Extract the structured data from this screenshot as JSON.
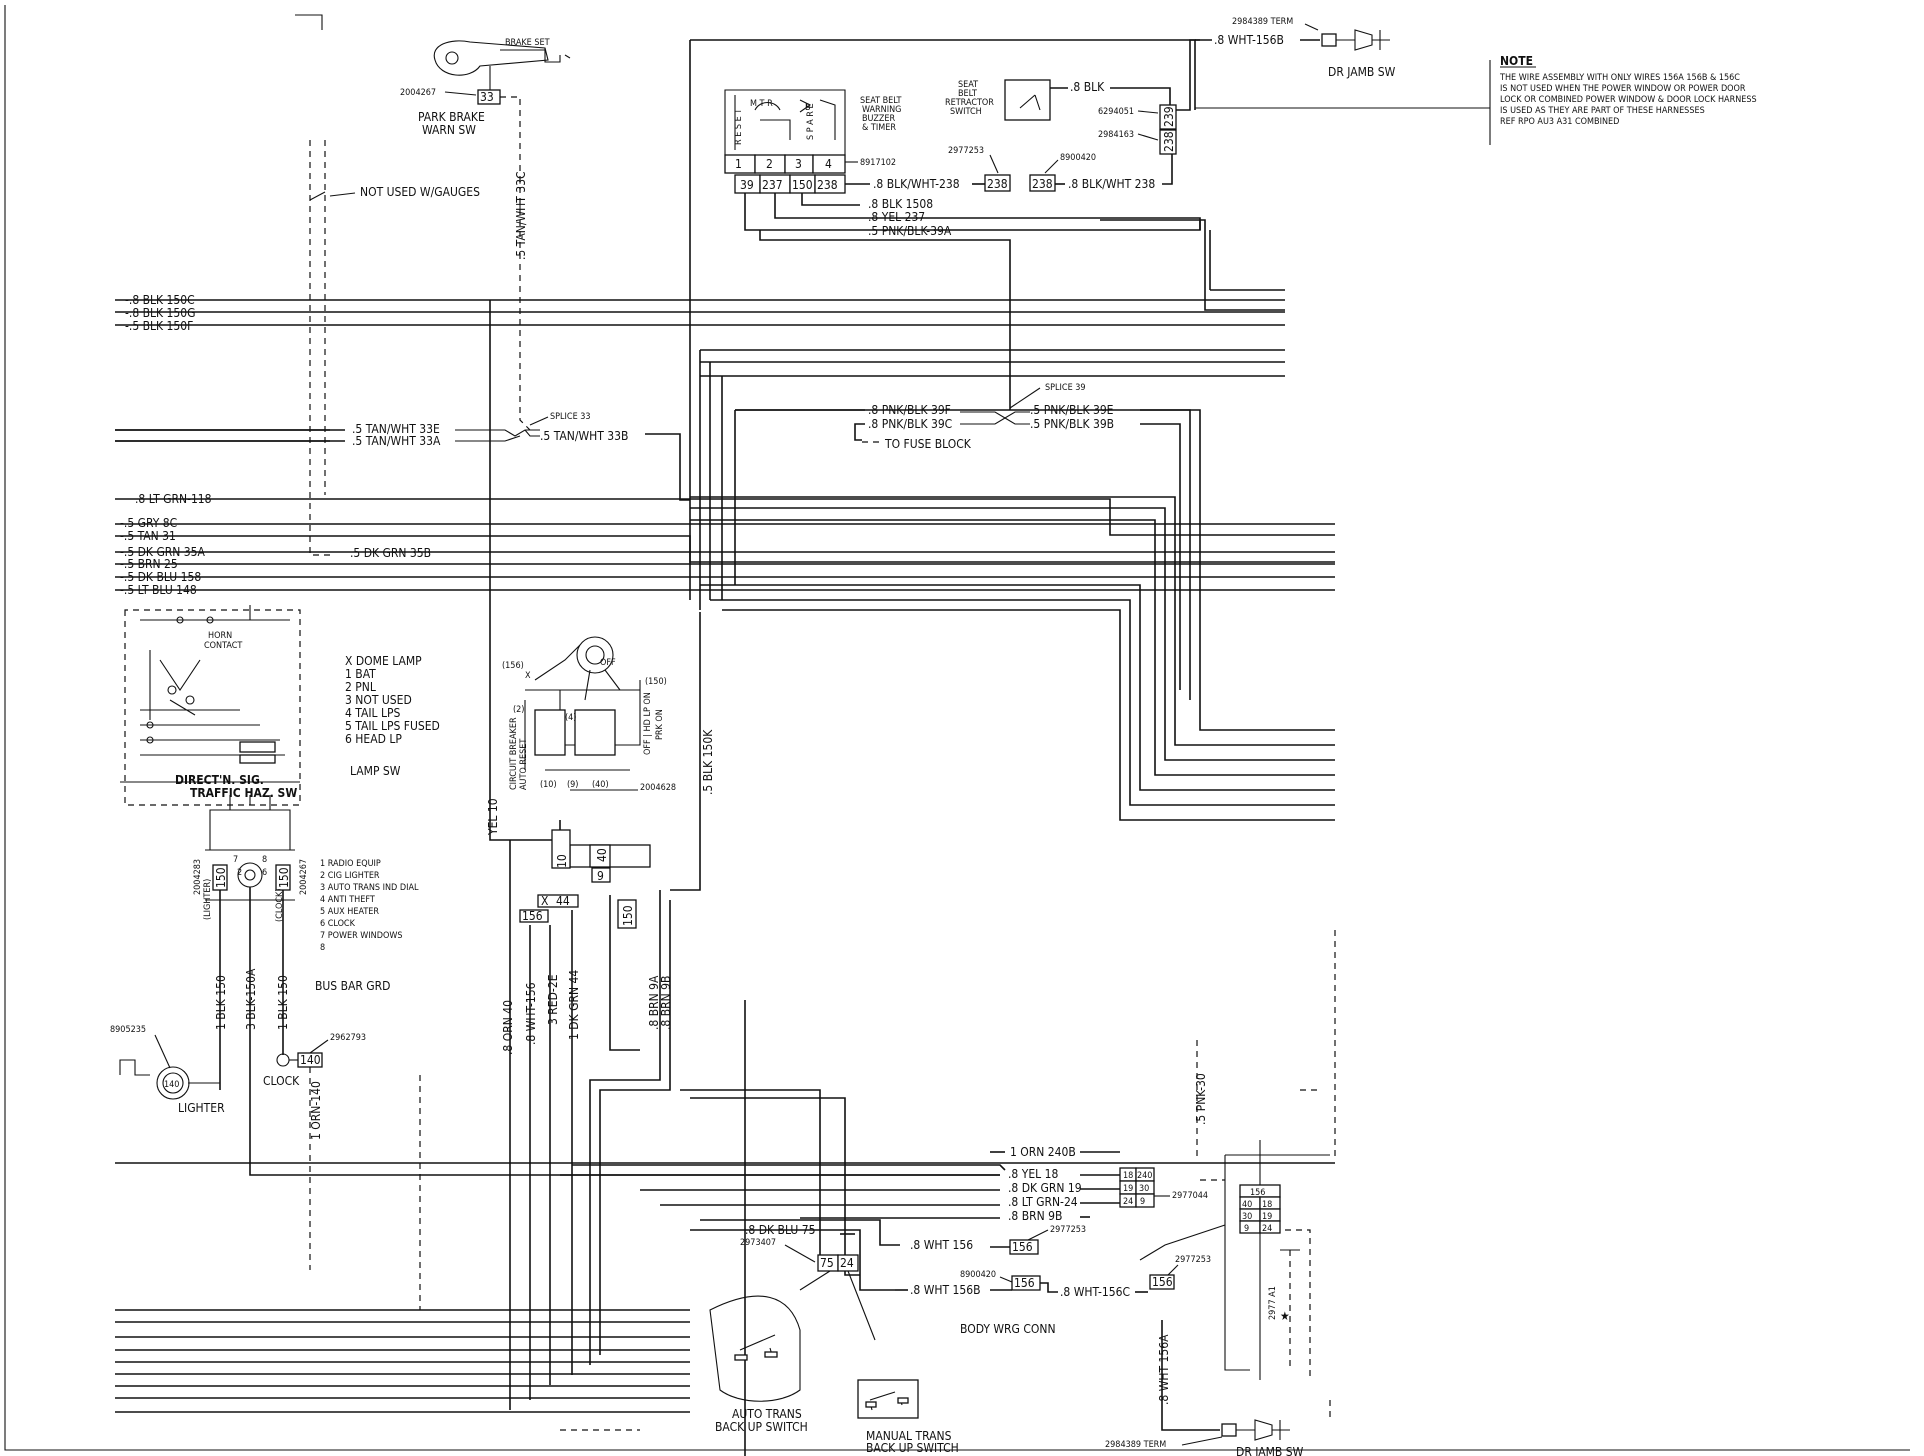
{
  "wire_labels": {
    "blk150c": "-.8 BLK 150C",
    "blk150g": "-.8 BLK 150G",
    "blk150f": "-.5 BLK 150F",
    "tan33e": ".5 TAN/WHT 33E",
    "tan33a": ".5 TAN/WHT 33A",
    "tan33b": ".5 TAN/WHT 33B",
    "tan33c": ".5 TAN/WHT 33C",
    "ltgrn118": ".8 LT GRN-118",
    "gry8c": "-.5 GRY 8C",
    "tan31": "-.5 TAN 31",
    "dkgrn35a": "-.5 DK GRN 35A",
    "brn25": "-.5 BRN 25",
    "dkblu158": "-.5 DK BLU 158",
    "ltblu148": "-.5 LT BLU 148",
    "dkgrn35b": ".5 DK GRN 35B",
    "not_used_gauges": "NOT USED W/GAUGES",
    "splice33": "SPLICE 33",
    "splice39": "SPLICE 39",
    "pnk39f": ".8 PNK/BLK 39F",
    "pnk39c": ".8 PNK/BLK 39C",
    "pnk39e": ".5 PNK/BLK 39E",
    "pnk39b": ".5 PNK/BLK 39B",
    "to_fuse_block": "TO FUSE BLOCK",
    "blk1508": ".8 BLK 1508",
    "yel237": ".8 YEL 237",
    "pnk39a": ".5 PNK/BLK-39A",
    "blkwht238a": ".8 BLK/WHT-238",
    "blkwht238b": ".8 BLK/WHT 238",
    "blk_top": ".8 BLK",
    "wht156b_top": ".8 WHT-156B",
    "blk150k": ".5 BLK 150K",
    "yel10": "YEL 10",
    "orn40": ".8 ORN 40",
    "wht156": ".8 WHT-156",
    "red2e": "3 RED-2E",
    "dkgrn44": "1 DK GRN 44",
    "brn9a": ".8 BRN 9A",
    "brn9b": ".8 BRN 9B",
    "blk150_l": "1 BLK 150",
    "blk150a": "3 BLK-150A",
    "blk150_r": "1 BLK 150",
    "orn140": "1 ORN-140",
    "orn240b": "1 ORN 240B",
    "yel18": ".8 YEL 18",
    "dkgrn19": ".8 DK GRN 19",
    "ltgrn24": ".8 LT GRN-24",
    "brn9b2": ".8 BRN 9B",
    "dkblu75": ".8 DK BLU 75",
    "wht156_bot": ".8 WHT 156",
    "wht156b_bot": ".8 WHT 156B",
    "wht156c": ".8 WHT-156C",
    "pnk30": ".5 PNK-30",
    "wht156a": ".8 WHT 156A"
  },
  "components": {
    "park_brake": "PARK BRAKE\nWARN SW",
    "seat_belt_buzzer": "SEAT BELT\nWARNING\nBUZZER\n& TIMER",
    "seat_belt_retractor": "SEAT\nBELT\nRETRACTOR\nSWITCH",
    "dr_jamb_top": "DR JAMB SW",
    "dr_jamb_bot": "DR JAMB SW",
    "direct_sig": "DIRECT'N. SIG.\nTRAFFIC HAZ. SW",
    "horn_contact": "HORN\nCONTACT",
    "lamp_sw": "LAMP SW",
    "bus_bar": "BUS BAR GRD",
    "lighter": "LIGHTER",
    "clock": "CLOCK",
    "body_wrg_conn": "BODY WRG CONN",
    "auto_trans": "AUTO TRANS\nBACK UP SWITCH",
    "manual_trans": "MANUAL TRANS\nBACK UP SWITCH",
    "circuit_breaker": "CIRCUIT BREAKER\nAUTO RESET",
    "off_hd": "OFF | HD LP ON",
    "prk_on": "PRK ON"
  },
  "lamp_sw_legend": [
    "X  DOME LAMP",
    "1  BAT",
    "2  PNL",
    "3  NOT USED",
    "4  TAIL LPS",
    "5  TAIL LPS FUSED",
    "6  HEAD LP"
  ],
  "bus_bar_legend": [
    "1  RADIO EQUIP",
    "2  CIG LIGHTER",
    "3  AUTO TRANS IND DIAL",
    "4  ANTI THEFT",
    "5  AUX HEATER",
    "6  CLOCK",
    "7  POWER WINDOWS",
    "8"
  ],
  "part_numbers": {
    "p2004267a": "2004267",
    "p2004267b": "2004267",
    "p2004283": "2004283",
    "p8917102": "8917102",
    "p2977253a": "2977253",
    "p8900420a": "8900420",
    "p6294051": "6294051",
    "p2984163": "2984163",
    "p2984389a": "2984389 TERM",
    "p2984389b": "2984389 TERM",
    "p2004628": "2004628",
    "p8905235": "8905235",
    "p2962793": "2962793",
    "p2977253b": "2977253",
    "p2977253c": "2977253",
    "p8900420b": "8900420",
    "p2977044": "2977044",
    "p2973407": "2973407",
    "p2977a": "2977 A1"
  },
  "pins": {
    "park33": "33",
    "buzz_1": "1",
    "buzz_2": "2",
    "buzz_3": "3",
    "buzz_4": "4",
    "buzz_39": "39",
    "buzz_237": "237",
    "buzz_150": "150",
    "buzz_238": "238",
    "inline238a": "238",
    "inline238b": "238",
    "retr_238": "238",
    "retr_239": "239",
    "sw_10": "10",
    "sw_40": "40",
    "sw_9": "9",
    "sw_150": "150",
    "sw_44": "44",
    "sw_156": "156",
    "sw_x": "X",
    "bus_150_l": "150",
    "bus_150_r": "150",
    "bus_2": "2",
    "bus_7": "7",
    "bus_8": "8",
    "bus_6": "6",
    "lighter_pin": "140",
    "clock_pin": "140",
    "conn_18": "18",
    "conn_240": "240",
    "conn_19": "19",
    "conn_30": "30",
    "conn_24": "24",
    "conn_9": "9",
    "c156a": "156",
    "c156b": "156",
    "c156c": "156",
    "rc_156": "156",
    "rc_40": "40",
    "rc_19": "19",
    "rc_30": "30",
    "rc_18": "18",
    "rc_9": "9",
    "rc_24": "24",
    "bu_75": "75",
    "bu_24": "24",
    "ign_156": "(156)",
    "ign_150": "(150)",
    "ign_2": "(2)",
    "ign_4": "(4)",
    "ign_10": "(10)",
    "ign_9": "(9)",
    "ign_40": "(40)",
    "ign_x": "X",
    "ign_off": "OFF",
    "mtr": "M T R",
    "reset": "R E S E T",
    "b": "B",
    "spare": "S P A R E",
    "lighter_side": "(LIGHTER)",
    "clock_side": "(CLOCK)"
  },
  "note": {
    "title": "NOTE",
    "lines": [
      "THE WIRE ASSEMBLY WITH ONLY WIRES 156A 156B & 156C",
      "IS NOT USED WHEN THE POWER WINDOW OR POWER DOOR",
      "LOCK OR COMBINED POWER WINDOW & DOOR LOCK HARNESS",
      "IS USED AS THEY ARE PART OF THESE HARNESSES",
      "REF RPO AU3 A31 COMBINED"
    ]
  }
}
